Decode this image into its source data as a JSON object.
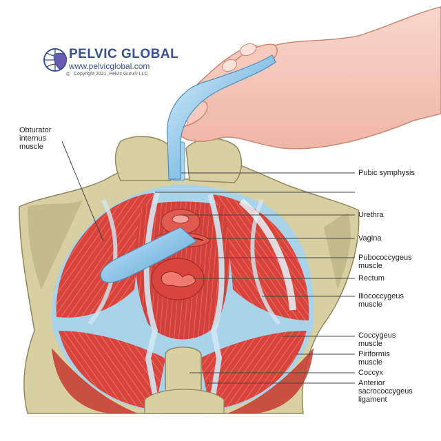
{
  "brand": {
    "name": "PELVIC GLOBAL",
    "url": "www.pelvicglobal.com",
    "copyright_symbol": "©",
    "copyright": "Copyright 2021, Pelvic Guru® LLC",
    "color": "#3a4f8c"
  },
  "labels": {
    "obturator_internus": "Obturator\ninternus\nmuscle",
    "pubic_symphysis": "Pubic symphysis",
    "urethra": "Urethra",
    "vagina": "Vagina",
    "pubococcygeus": "Pubococcygeus\nmuscle",
    "rectum": "Rectum",
    "iliococcygeus": "Iliococcygeus\nmuscle",
    "coccygeus": "Coccygeus\nmuscle",
    "piriformis": "Piriformis\nmuscle",
    "coccyx": "Coccyx",
    "anterior_sacrococcygeus": "Anterior\nsacrococcygeus\nligament"
  },
  "colors": {
    "bone": "#d8cfa2",
    "bone_shadow": "#b7ad7d",
    "muscle": "#d9453d",
    "muscle_dark": "#b8322c",
    "fascia": "#a8d3e8",
    "tool": "#8fc5e8",
    "skin": "#f6c9bd"
  }
}
